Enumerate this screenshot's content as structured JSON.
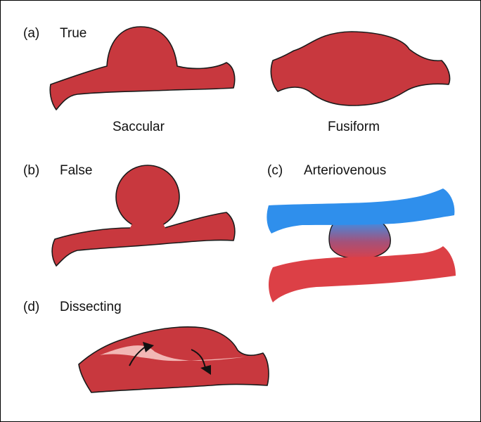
{
  "panels": {
    "a": {
      "key": "(a)",
      "title": "True",
      "captions": {
        "saccular": "Saccular",
        "fusiform": "Fusiform"
      }
    },
    "b": {
      "key": "(b)",
      "title": "False"
    },
    "c": {
      "key": "(c)",
      "title": "Arteriovenous"
    },
    "d": {
      "key": "(d)",
      "title": "Dissecting"
    }
  },
  "colors": {
    "artery": "#c8383e",
    "artery_bright": "#dc4046",
    "vein": "#2f8fec",
    "outline": "#1a1a1a",
    "dissection_highlight": "#f2b7b5"
  },
  "icons": [
    "arrow-icon"
  ]
}
